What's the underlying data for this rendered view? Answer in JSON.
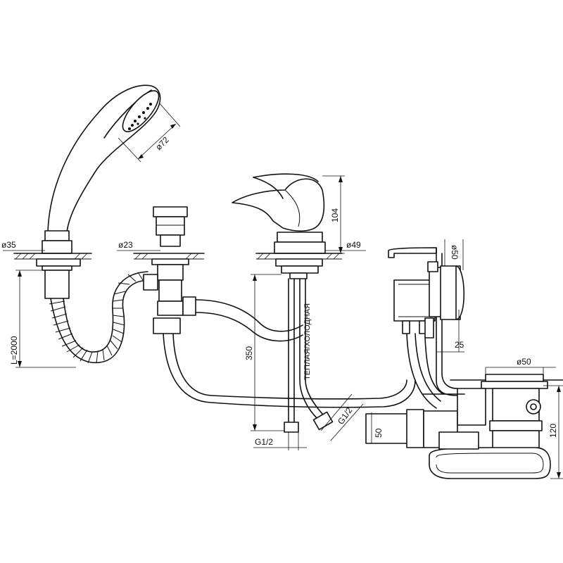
{
  "labels": {
    "d35": "ø35",
    "length": "L=2000",
    "d72": "ø72",
    "d23": "ø23",
    "h104": "104",
    "d49": "ø49",
    "h350": "350",
    "hose_type": "ТЕПЛАЯ/ХОЛОДНАЯ",
    "thread_left": "G1/2",
    "thread_right": "G1/2",
    "d50_top": "ø50",
    "h25": "25",
    "d50_right": "ø50",
    "h50": "50",
    "h120": "120"
  }
}
